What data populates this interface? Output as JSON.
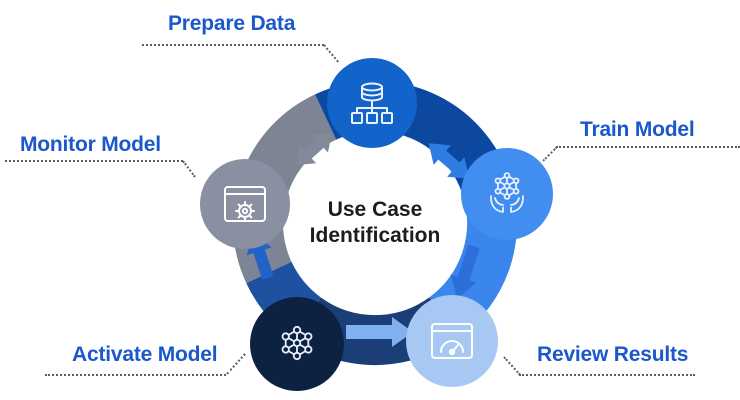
{
  "diagram": {
    "center": {
      "line1": "Use Case",
      "line2": "Identification"
    },
    "nodes": [
      {
        "label": "Prepare Data",
        "icon": "database-flow-icon",
        "color": "#1264CB"
      },
      {
        "label": "Train Model",
        "icon": "hands-network-icon",
        "color": "#418EF0"
      },
      {
        "label": "Review Results",
        "icon": "gauge-window-icon",
        "color": "#A8C8F4"
      },
      {
        "label": "Activate Model",
        "icon": "network-graph-icon",
        "color": "#0D2240"
      },
      {
        "label": "Monitor Model",
        "icon": "gear-window-icon",
        "color": "#8A90A1"
      }
    ],
    "segments": {
      "monitor_to_prepare": "#7D8494",
      "prepare_to_train": "#0D48A0",
      "train_to_review": "#3A86ED",
      "review_to_activate": "#1B3E77",
      "activate_to_monitor": "#1E52A0"
    },
    "arrows": [
      {
        "between": "Monitor Model and Prepare Data",
        "type": "double",
        "color": "#828A99"
      },
      {
        "between": "Prepare Data and Train Model",
        "type": "double",
        "color": "#2F7CE3"
      },
      {
        "between": "Train Model to Review Results",
        "type": "single",
        "color": "#2C6FD8"
      },
      {
        "between": "Review Results to Activate Model",
        "type": "single",
        "color": "#7FB0EF"
      },
      {
        "between": "Activate Model to Monitor Model",
        "type": "single",
        "color": "#2363C8"
      }
    ],
    "flow_direction": "clockwise",
    "text_colors": {
      "labels": "#1A58CC",
      "center": "#1D1D1F"
    },
    "icon_stroke": "#E8F1FD",
    "leader_line_color": "#565D6B"
  }
}
